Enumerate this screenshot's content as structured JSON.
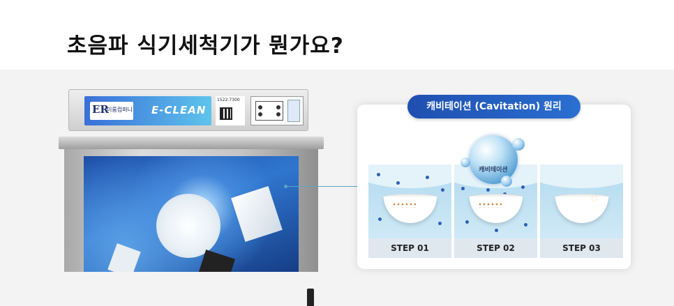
{
  "title": "초음파 식기세척기가 뭔가요?",
  "machine": {
    "brand_logo": "ER",
    "brand_name": "이룸컴퍼니",
    "model_name": "E-CLEAN",
    "phone": "1522-7300"
  },
  "principle": {
    "heading": "캐비테이션 (Cavitation) 원리",
    "bubble_label": "캐비테이션",
    "steps": [
      {
        "label": "STEP 01"
      },
      {
        "label": "STEP 02"
      },
      {
        "label": "STEP 03"
      }
    ]
  },
  "colors": {
    "accent": "#1f4fb0",
    "water": "#2f76cf",
    "step_bg": "#a9d6ee"
  }
}
